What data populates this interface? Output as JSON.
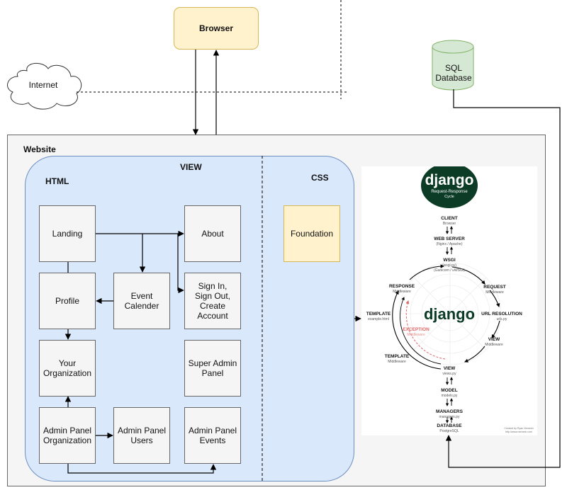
{
  "diagram": {
    "browser": "Browser",
    "internet": "Internet",
    "database": "SQL\nDatabase",
    "website": "Website",
    "view": "VIEW",
    "html": "HTML",
    "css": "CSS",
    "foundation": "Foundation",
    "pages": {
      "landing": "Landing",
      "about": "About",
      "profile": "Profile",
      "event_calender": "Event\nCalender",
      "sign_in": "Sign In,\nSign Out,\nCreate\nAccount",
      "your_organization": "Your\nOrganization",
      "super_admin": "Super Admin\nPanel",
      "admin_org": "Admin Panel\nOrganization",
      "admin_users": "Admin Panel\nUsers",
      "admin_events": "Admin Panel\nEvents"
    }
  },
  "django_cycle": {
    "logo": "django",
    "logo_subtitle_1": "Request-Response",
    "logo_subtitle_2": "Cycle",
    "center_logo": "django",
    "client": "CLIENT",
    "client_sub": "Browser",
    "web_server": "WEB SERVER",
    "web_server_sub": "(Nginx / Apache)",
    "wsgi": "WSGI",
    "wsgi_sub_1": "(wsgi.py)",
    "wsgi_sub_2": "(Gunicorn / uWSGI)",
    "request": "REQUEST",
    "request_sub": "Middleware",
    "url_resolution": "URL RESOLUTION",
    "url_resolution_sub": "urls.py",
    "view_stage": "VIEW",
    "view_stage_sub": "Middleware",
    "view_main": "VIEW",
    "view_main_sub": "views.py",
    "template_left": "TEMPLATE",
    "template_left_sub": "Middleware",
    "template_top": "TEMPLATE",
    "template_top_sub": "example.html",
    "response": "RESPONSE",
    "response_sub": "Middleware",
    "exception": "EXCEPTION",
    "exception_sub": "Middleware",
    "model": "MODEL",
    "model_sub": "models.py",
    "managers": "MANAGERS",
    "managers_sub": "managers.py",
    "database": "DATABASE",
    "database_sub": "PostgreSQL",
    "credit_1": "Created by Ryan Nemesh",
    "credit_2": "http://www.nemesh.com"
  },
  "colors": {
    "django_green": "#0c3c26",
    "note_fill": "#fff2cc",
    "note_stroke": "#d6b656",
    "view_fill": "#dae8fc",
    "view_stroke": "#6c8ebf",
    "db_fill": "#d5e8d4",
    "db_stroke": "#82b366",
    "exception_red": "#e06666"
  }
}
